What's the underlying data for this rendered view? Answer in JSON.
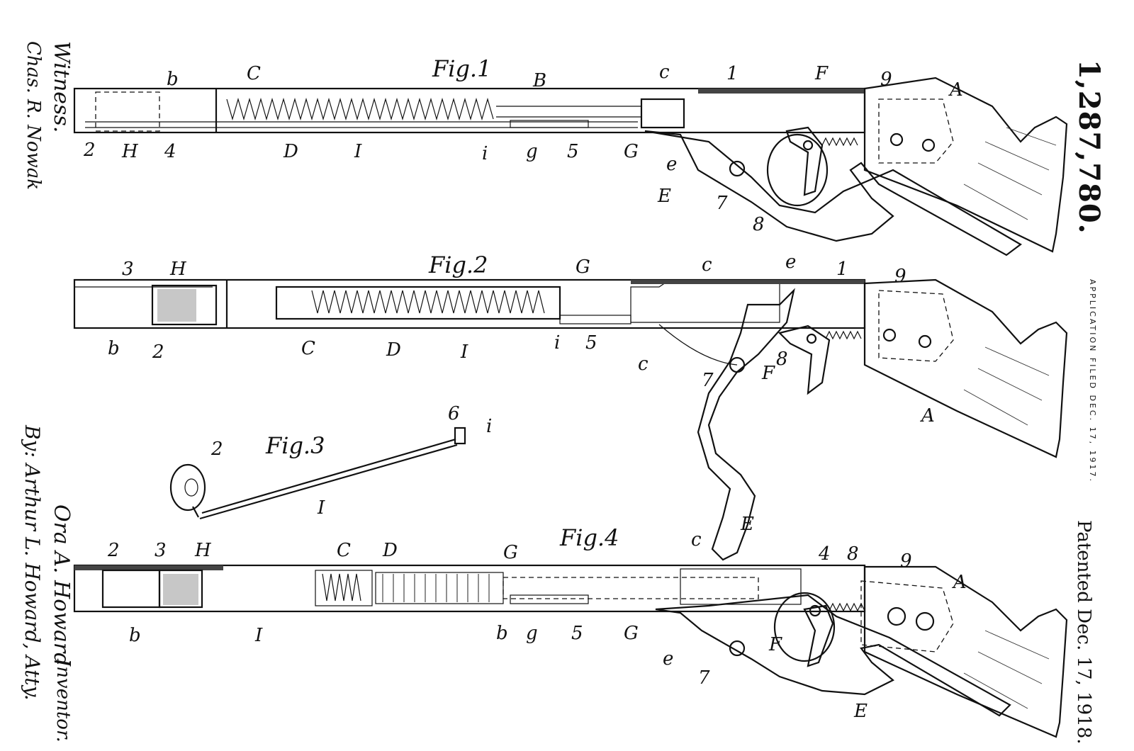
{
  "patent": {
    "number": "1,287,780.",
    "application_filed": "APPLICATION FILED DEC. 17, 1917.",
    "patented": "Patented Dec. 17, 1918."
  },
  "margin": {
    "witness_heading": "Witness.",
    "witness_name": "Chas. R. Nowak",
    "inventor_name": "Ora A. Howard",
    "inventor_heading": "Inventor.",
    "attorney_line": "By: Arthur L. Howard, Atty."
  },
  "figures": {
    "fig1": {
      "title": "Fig.1",
      "labels": {
        "C": "C",
        "b": "b",
        "B": "B",
        "c": "c",
        "n1": "1",
        "F": "F",
        "n9": "9",
        "A": "A",
        "n2": "2",
        "H": "H",
        "n4": "4",
        "D": "D",
        "I": "I",
        "i": "i",
        "g": "g",
        "n5": "5",
        "G": "G",
        "e": "e",
        "E": "E",
        "n7": "7",
        "n8": "8"
      }
    },
    "fig2": {
      "title": "Fig.2",
      "labels": {
        "n3": "3",
        "H": "H",
        "G": "G",
        "c": "c",
        "e": "e",
        "n1": "1",
        "n9": "9",
        "b": "b",
        "n2": "2",
        "C": "C",
        "D": "D",
        "I": "I",
        "i": "i",
        "n5": "5",
        "c2": "c",
        "n7": "7",
        "n8": "8",
        "F": "F",
        "A": "A",
        "E": "E"
      }
    },
    "fig3": {
      "title": "Fig.3",
      "labels": {
        "n6": "6",
        "i": "i",
        "n2": "2",
        "I": "I"
      }
    },
    "fig4": {
      "title": "Fig.4",
      "labels": {
        "n2": "2",
        "n3": "3",
        "H": "H",
        "C": "C",
        "D": "D",
        "G": "G",
        "c": "c",
        "n4": "4",
        "n8": "8",
        "n9": "9",
        "A": "A",
        "b": "b",
        "I": "I",
        "b2": "b",
        "g": "g",
        "n5": "5",
        "G2": "G",
        "e": "e",
        "n7": "7",
        "F": "F",
        "E": "E"
      }
    }
  }
}
